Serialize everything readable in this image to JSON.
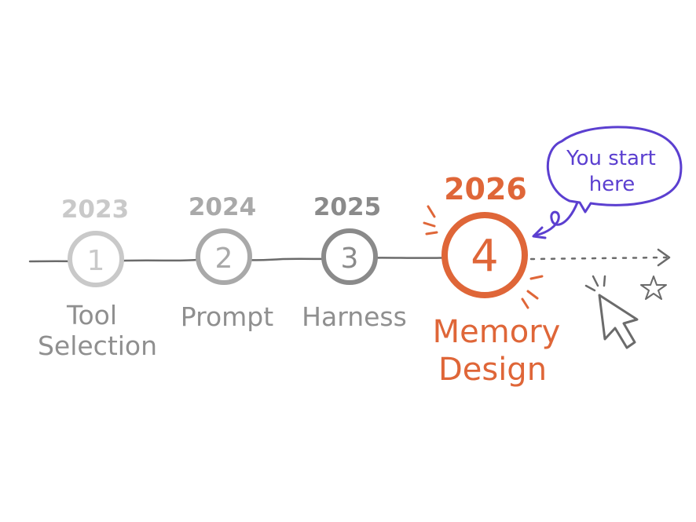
{
  "colors": {
    "step1": "#c9c9c9",
    "step2": "#a9a9a9",
    "step3": "#8a8a8a",
    "current": "#df6638",
    "callout": "#5b3fd0",
    "line": "#6b6b6b",
    "cursor": "#6b6b6b"
  },
  "steps": [
    {
      "year": "2023",
      "number": "1",
      "label_lines": [
        "Tool",
        "Selection"
      ]
    },
    {
      "year": "2024",
      "number": "2",
      "label_lines": [
        "Prompt"
      ]
    },
    {
      "year": "2025",
      "number": "3",
      "label_lines": [
        "Harness"
      ]
    },
    {
      "year": "2026",
      "number": "4",
      "label_lines": [
        "Memory",
        "Design"
      ]
    }
  ],
  "callout": {
    "lines": [
      "You start",
      "here"
    ]
  },
  "icons": {
    "cursor": "pointer-cursor-icon",
    "star": "star-icon",
    "arrow": "dotted-arrow-icon"
  }
}
